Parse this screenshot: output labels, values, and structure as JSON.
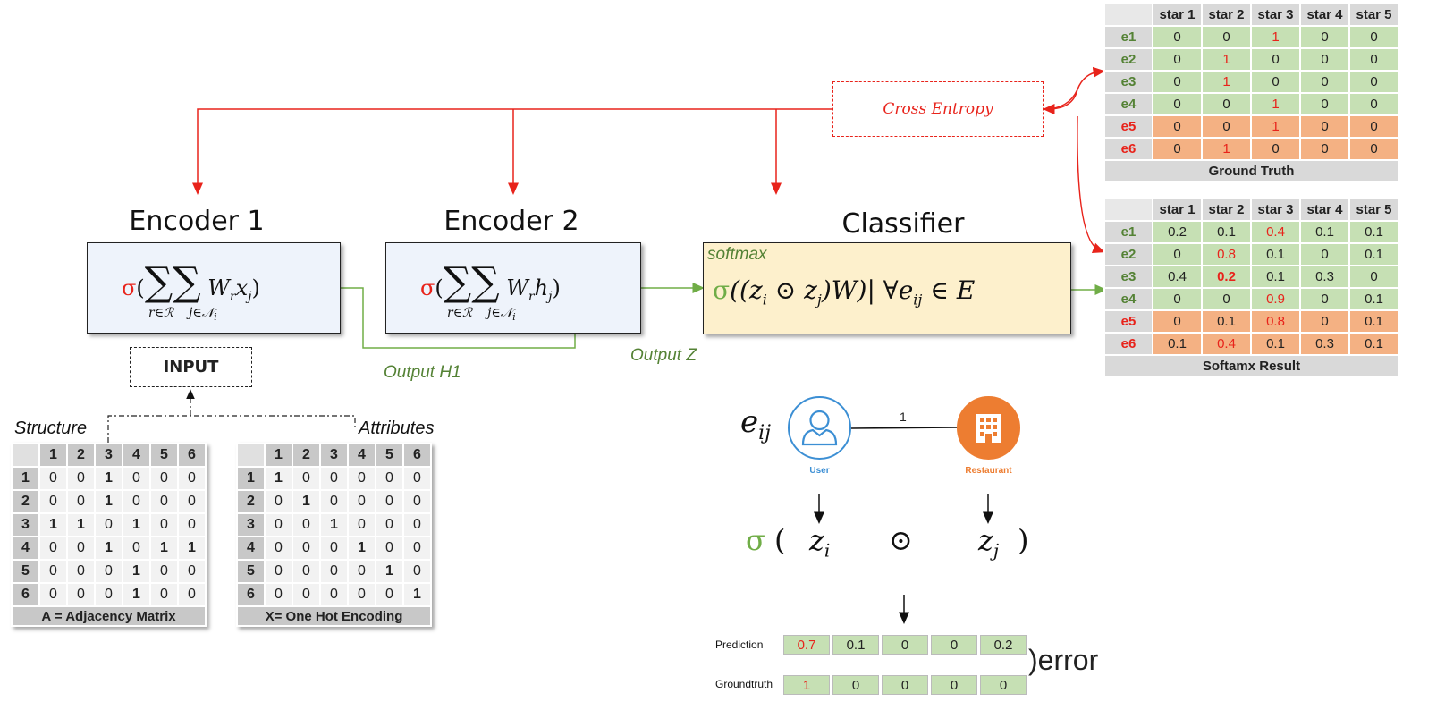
{
  "encoder1": {
    "title": "Encoder 1",
    "sigma": "σ",
    "sum1_sub": "r∈ℛ",
    "sum2_sub": "j∈𝒩",
    "sum2_sub_i": "i",
    "weight": "W",
    "weight_sub": "r",
    "var": "x",
    "var_sub": "j",
    "paren_open": "(",
    "paren_close": ")"
  },
  "encoder2": {
    "title": "Encoder 2",
    "sigma": "σ",
    "sum1_sub": "r∈ℛ",
    "sum2_sub": "j∈𝒩",
    "sum2_sub_i": "i",
    "weight": "W",
    "weight_sub": "r",
    "var": "h",
    "var_sub": "j",
    "paren_open": "(",
    "paren_close": ")"
  },
  "classifier": {
    "title": "Classifier",
    "softmax_label": "softmax",
    "formula": "((z",
    "formula_i": "i",
    "odot": " ⊙ z",
    "formula_j": "j",
    "formula_tail": ")W)| ∀e",
    "forall_sub": "ij",
    "formula_end": " ∈ E",
    "sigma": "σ"
  },
  "labels": {
    "output_h1": "Output H1",
    "output_z": "Output Z",
    "input": "INPUT",
    "structure": "Structure",
    "attributes": "Attributes",
    "cross_entropy": "Cross Entropy"
  },
  "adjacency": {
    "caption": "A = Adjacency Matrix",
    "headers": [
      "1",
      "2",
      "3",
      "4",
      "5",
      "6"
    ],
    "rows": [
      [
        "0",
        "0",
        "1",
        "0",
        "0",
        "0"
      ],
      [
        "0",
        "0",
        "1",
        "0",
        "0",
        "0"
      ],
      [
        "1",
        "1",
        "0",
        "1",
        "0",
        "0"
      ],
      [
        "0",
        "0",
        "1",
        "0",
        "1",
        "1"
      ],
      [
        "0",
        "0",
        "0",
        "1",
        "0",
        "0"
      ],
      [
        "0",
        "0",
        "0",
        "1",
        "0",
        "0"
      ]
    ]
  },
  "onehot": {
    "caption": "X= One Hot Encoding",
    "headers": [
      "1",
      "2",
      "3",
      "4",
      "5",
      "6"
    ],
    "rows": [
      [
        "1",
        "0",
        "0",
        "0",
        "0",
        "0"
      ],
      [
        "0",
        "1",
        "0",
        "0",
        "0",
        "0"
      ],
      [
        "0",
        "0",
        "1",
        "0",
        "0",
        "0"
      ],
      [
        "0",
        "0",
        "0",
        "1",
        "0",
        "0"
      ],
      [
        "0",
        "0",
        "0",
        "0",
        "1",
        "0"
      ],
      [
        "0",
        "0",
        "0",
        "0",
        "0",
        "1"
      ]
    ]
  },
  "ground_truth": {
    "caption": "Ground Truth",
    "headers": [
      "star 1",
      "star 2",
      "star 3",
      "star 4",
      "star 5"
    ],
    "rows": [
      {
        "label": "e1",
        "values": [
          "0",
          "0",
          "1",
          "0",
          "0"
        ],
        "hot": 2,
        "bold": -1,
        "orange": false
      },
      {
        "label": "e2",
        "values": [
          "0",
          "1",
          "0",
          "0",
          "0"
        ],
        "hot": 1,
        "bold": -1,
        "orange": false
      },
      {
        "label": "e3",
        "values": [
          "0",
          "1",
          "0",
          "0",
          "0"
        ],
        "hot": 1,
        "bold": -1,
        "orange": false
      },
      {
        "label": "e4",
        "values": [
          "0",
          "0",
          "1",
          "0",
          "0"
        ],
        "hot": 2,
        "bold": -1,
        "orange": false
      },
      {
        "label": "e5",
        "values": [
          "0",
          "0",
          "1",
          "0",
          "0"
        ],
        "hot": 2,
        "bold": -1,
        "orange": true
      },
      {
        "label": "e6",
        "values": [
          "0",
          "1",
          "0",
          "0",
          "0"
        ],
        "hot": 1,
        "bold": -1,
        "orange": true
      }
    ]
  },
  "softmax_result": {
    "caption": "Softamx Result",
    "headers": [
      "star 1",
      "star 2",
      "star 3",
      "star 4",
      "star 5"
    ],
    "rows": [
      {
        "label": "e1",
        "values": [
          "0.2",
          "0.1",
          "0.4",
          "0.1",
          "0.1"
        ],
        "hot": 2,
        "bold": -1,
        "orange": false
      },
      {
        "label": "e2",
        "values": [
          "0",
          "0.8",
          "0.1",
          "0",
          "0.1"
        ],
        "hot": 1,
        "bold": -1,
        "orange": false
      },
      {
        "label": "e3",
        "values": [
          "0.4",
          "0.2",
          "0.1",
          "0.3",
          "0"
        ],
        "hot": 1,
        "bold": 1,
        "orange": false
      },
      {
        "label": "e4",
        "values": [
          "0",
          "0",
          "0.9",
          "0",
          "0.1"
        ],
        "hot": 2,
        "bold": -1,
        "orange": false
      },
      {
        "label": "e5",
        "values": [
          "0",
          "0.1",
          "0.8",
          "0",
          "0.1"
        ],
        "hot": 2,
        "bold": -1,
        "orange": true
      },
      {
        "label": "e6",
        "values": [
          "0.1",
          "0.4",
          "0.1",
          "0.3",
          "0.1"
        ],
        "hot": 1,
        "bold": -1,
        "orange": true
      }
    ]
  },
  "edge_example": {
    "e_label": "e",
    "e_sub": "ij",
    "edge_weight": "1",
    "user_label": "User",
    "restaurant_label": "Restaurant",
    "sigma": "σ",
    "paren_open": "(",
    "paren_close": ")",
    "zi": "z",
    "zi_sub": "i",
    "odot": "⊙",
    "zj": "z",
    "zj_sub": "j",
    "user_color": "#3c8fd4",
    "restaurant_color": "#ed7d31"
  },
  "prediction": {
    "pred_label": "Prediction",
    "gt_label": "Groundtruth",
    "pred_values": [
      "0.7",
      "0.1",
      "0",
      "0",
      "0.2"
    ],
    "gt_values": [
      "1",
      "0",
      "0",
      "0",
      "0"
    ],
    "error_label": ")error"
  },
  "colors": {
    "red": "#e8231b",
    "green": "#70ad47",
    "dark_green": "#548235"
  }
}
